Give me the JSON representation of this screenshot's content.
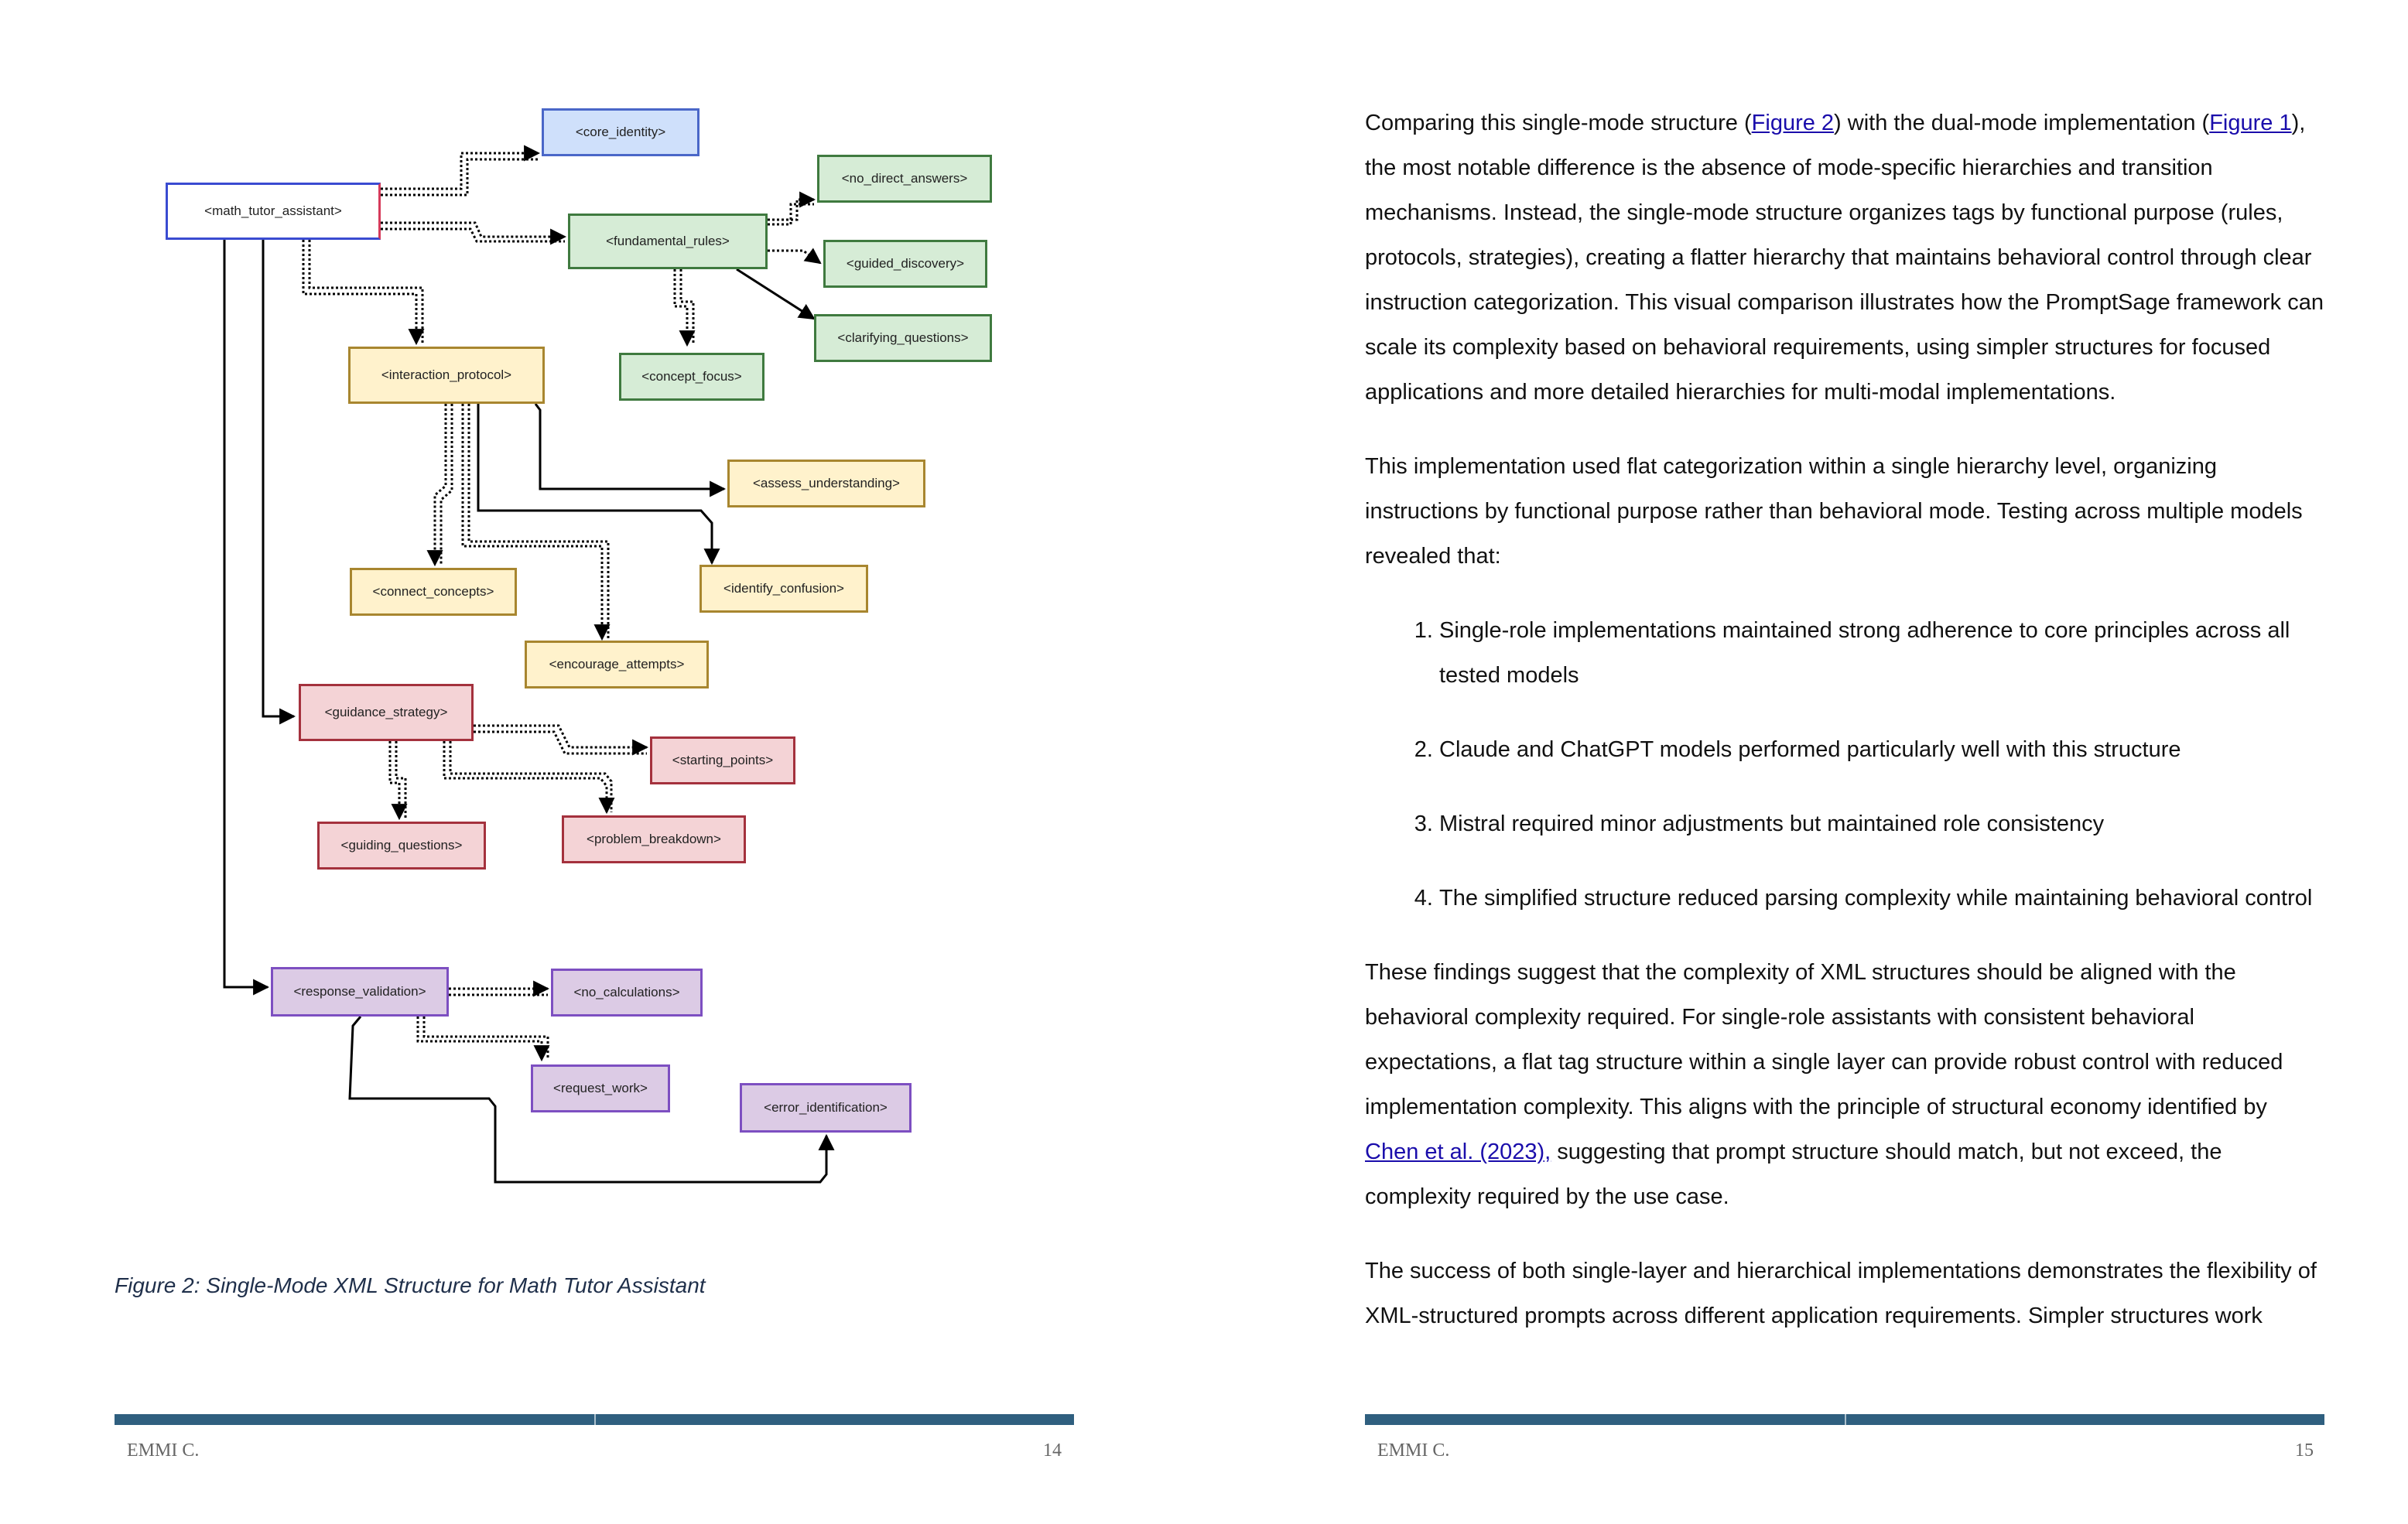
{
  "left_page": {
    "figure": {
      "nodes": {
        "math_tutor_assistant": "<math_tutor_assistant>",
        "core_identity": "<core_identity>",
        "fundamental_rules": "<fundamental_rules>",
        "no_direct_answers": "<no_direct_answers>",
        "guided_discovery": "<guided_discovery>",
        "clarifying_questions": "<clarifying_questions>",
        "concept_focus": "<concept_focus>",
        "interaction_protocol": "<interaction_protocol>",
        "assess_understanding": "<assess_understanding>",
        "identify_confusion": "<identify_confusion>",
        "connect_concepts": "<connect_concepts>",
        "encourage_attempts": "<encourage_attempts>",
        "guidance_strategy": "<guidance_strategy>",
        "starting_points": "<starting_points>",
        "guiding_questions": "<guiding_questions>",
        "problem_breakdown": "<problem_breakdown>",
        "response_validation": "<response_validation>",
        "no_calculations": "<no_calculations>",
        "request_work": "<request_work>",
        "error_identification": "<error_identification>"
      },
      "caption": "Figure 2: Single-Mode XML Structure for Math Tutor Assistant"
    },
    "footer": {
      "author": "EMMI C.",
      "page_number": "14"
    }
  },
  "right_page": {
    "para1": {
      "t1": "Comparing this single-mode structure (",
      "link1": "Figure 2",
      "t2": ") with the dual-mode implementation (",
      "link2": "Figure 1",
      "t3": "), the most notable difference is the absence of mode-specific hierarchies and transition mechanisms. Instead, the single-mode structure organizes tags by functional purpose (rules, protocols, strategies), creating a flatter hierarchy that maintains behavioral control through clear instruction categorization. This visual comparison illustrates how the PromptSage framework can scale its complexity based on behavioral requirements, using simpler structures for focused applications and more detailed hierarchies for multi-modal implementations."
    },
    "para2": "This implementation used flat categorization within a single hierarchy level, organizing instructions by functional purpose rather than behavioral mode. Testing across multiple models revealed that:",
    "list": [
      "Single-role implementations maintained strong adherence to core principles across all tested models",
      "Claude and ChatGPT models performed particularly well with this structure",
      "Mistral required minor adjustments but maintained role consistency",
      "The simplified structure reduced parsing complexity while maintaining behavioral control"
    ],
    "para3": {
      "t1": "These findings suggest that the complexity of XML structures should be aligned with the behavioral complexity required. For single-role assistants with consistent behavioral expectations, a flat tag structure within a single layer can provide robust control with reduced implementation complexity. This aligns with the principle of structural economy identified by ",
      "link": "Chen et al. (2023),",
      "t2": " suggesting that prompt structure should match, but not exceed, the complexity required by the use case."
    },
    "para4": "The success of both single-layer and hierarchical implementations demonstrates the flexibility of XML-structured prompts across different application requirements. Simpler structures work",
    "footer": {
      "author": "EMMI C.",
      "page_number": "15"
    }
  }
}
